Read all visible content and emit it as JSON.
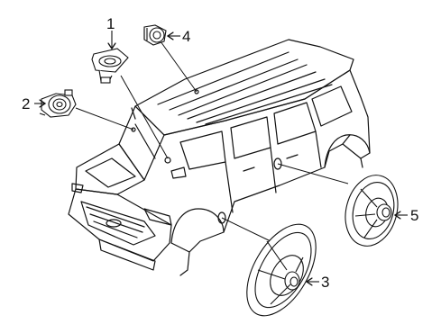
{
  "diagram": {
    "callouts": [
      "1",
      "2",
      "3",
      "4",
      "5"
    ]
  },
  "colors": {
    "line": "#111111",
    "background": "#ffffff"
  }
}
